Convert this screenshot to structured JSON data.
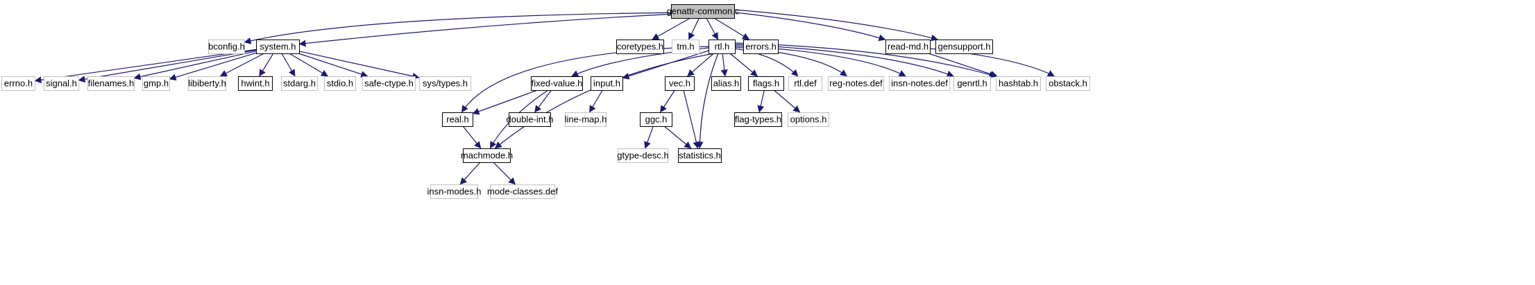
{
  "diagram": {
    "root": "genattr-common.c",
    "nodes": [
      {
        "id": "genattr",
        "label": "genattr-common.c",
        "style": "root"
      },
      {
        "id": "bconfig",
        "label": "bconfig.h",
        "style": "gray"
      },
      {
        "id": "system",
        "label": "system.h",
        "style": "black"
      },
      {
        "id": "coretypes",
        "label": "coretypes.h",
        "style": "black"
      },
      {
        "id": "tm",
        "label": "tm.h",
        "style": "gray"
      },
      {
        "id": "rtl",
        "label": "rtl.h",
        "style": "black"
      },
      {
        "id": "errors",
        "label": "errors.h",
        "style": "black"
      },
      {
        "id": "readmd",
        "label": "read-md.h",
        "style": "black"
      },
      {
        "id": "gensupport",
        "label": "gensupport.h",
        "style": "black"
      },
      {
        "id": "errno",
        "label": "errno.h",
        "style": "gray"
      },
      {
        "id": "signal",
        "label": "signal.h",
        "style": "gray"
      },
      {
        "id": "filenames",
        "label": "filenames.h",
        "style": "gray"
      },
      {
        "id": "gmp",
        "label": "gmp.h",
        "style": "gray"
      },
      {
        "id": "libiberty",
        "label": "libiberty.h",
        "style": "gray"
      },
      {
        "id": "hwint",
        "label": "hwint.h",
        "style": "black"
      },
      {
        "id": "stdarg",
        "label": "stdarg.h",
        "style": "gray"
      },
      {
        "id": "stdio",
        "label": "stdio.h",
        "style": "gray"
      },
      {
        "id": "safectype",
        "label": "safe-ctype.h",
        "style": "gray"
      },
      {
        "id": "systypes",
        "label": "sys/types.h",
        "style": "gray"
      },
      {
        "id": "fixedvalue",
        "label": "fixed-value.h",
        "style": "black"
      },
      {
        "id": "input",
        "label": "input.h",
        "style": "black"
      },
      {
        "id": "vec",
        "label": "vec.h",
        "style": "black"
      },
      {
        "id": "alias",
        "label": "alias.h",
        "style": "black"
      },
      {
        "id": "flags",
        "label": "flags.h",
        "style": "black"
      },
      {
        "id": "rtldef",
        "label": "rtl.def",
        "style": "gray"
      },
      {
        "id": "regnotes",
        "label": "reg-notes.def",
        "style": "gray"
      },
      {
        "id": "insnnotes",
        "label": "insn-notes.def",
        "style": "gray"
      },
      {
        "id": "genrtl",
        "label": "genrtl.h",
        "style": "gray"
      },
      {
        "id": "hashtab",
        "label": "hashtab.h",
        "style": "gray"
      },
      {
        "id": "obstack",
        "label": "obstack.h",
        "style": "gray"
      },
      {
        "id": "real",
        "label": "real.h",
        "style": "black"
      },
      {
        "id": "doubleint",
        "label": "double-int.h",
        "style": "black"
      },
      {
        "id": "linemap",
        "label": "line-map.h",
        "style": "gray"
      },
      {
        "id": "ggc",
        "label": "ggc.h",
        "style": "black"
      },
      {
        "id": "flagtypes",
        "label": "flag-types.h",
        "style": "black"
      },
      {
        "id": "options",
        "label": "options.h",
        "style": "gray"
      },
      {
        "id": "machmode",
        "label": "machmode.h",
        "style": "black"
      },
      {
        "id": "statistics",
        "label": "statistics.h",
        "style": "black"
      },
      {
        "id": "gtypedesc",
        "label": "gtype-desc.h",
        "style": "gray"
      },
      {
        "id": "insnmodes",
        "label": "insn-modes.h",
        "style": "gray"
      },
      {
        "id": "modeclasses",
        "label": "mode-classes.def",
        "style": "gray"
      }
    ],
    "edges": [
      [
        "genattr",
        "bconfig"
      ],
      [
        "genattr",
        "system"
      ],
      [
        "genattr",
        "coretypes"
      ],
      [
        "genattr",
        "tm"
      ],
      [
        "genattr",
        "rtl"
      ],
      [
        "genattr",
        "errors"
      ],
      [
        "genattr",
        "readmd"
      ],
      [
        "genattr",
        "gensupport"
      ],
      [
        "system",
        "errno"
      ],
      [
        "system",
        "signal"
      ],
      [
        "system",
        "filenames"
      ],
      [
        "system",
        "gmp"
      ],
      [
        "system",
        "libiberty"
      ],
      [
        "system",
        "hwint"
      ],
      [
        "system",
        "stdarg"
      ],
      [
        "system",
        "stdio"
      ],
      [
        "system",
        "safectype"
      ],
      [
        "system",
        "systypes"
      ],
      [
        "rtl",
        "real"
      ],
      [
        "rtl",
        "fixedvalue"
      ],
      [
        "rtl",
        "input"
      ],
      [
        "rtl",
        "vec"
      ],
      [
        "rtl",
        "alias"
      ],
      [
        "rtl",
        "flags"
      ],
      [
        "rtl",
        "rtldef"
      ],
      [
        "rtl",
        "regnotes"
      ],
      [
        "rtl",
        "insnnotes"
      ],
      [
        "rtl",
        "genrtl"
      ],
      [
        "rtl",
        "hashtab"
      ],
      [
        "rtl",
        "statistics"
      ],
      [
        "rtl",
        "machmode"
      ],
      [
        "readmd",
        "hashtab"
      ],
      [
        "readmd",
        "obstack"
      ],
      [
        "fixedvalue",
        "real"
      ],
      [
        "fixedvalue",
        "doubleint"
      ],
      [
        "fixedvalue",
        "machmode"
      ],
      [
        "real",
        "machmode"
      ],
      [
        "input",
        "linemap"
      ],
      [
        "vec",
        "ggc"
      ],
      [
        "vec",
        "statistics"
      ],
      [
        "ggc",
        "gtypedesc"
      ],
      [
        "ggc",
        "statistics"
      ],
      [
        "flags",
        "flagtypes"
      ],
      [
        "flags",
        "options"
      ],
      [
        "machmode",
        "insnmodes"
      ],
      [
        "machmode",
        "modeclasses"
      ]
    ],
    "colors": {
      "edge": "#191970",
      "root_fill": "#bfbfbf",
      "black_border": "#000000",
      "gray_border": "#bfbfbf",
      "text": "#000000"
    }
  }
}
